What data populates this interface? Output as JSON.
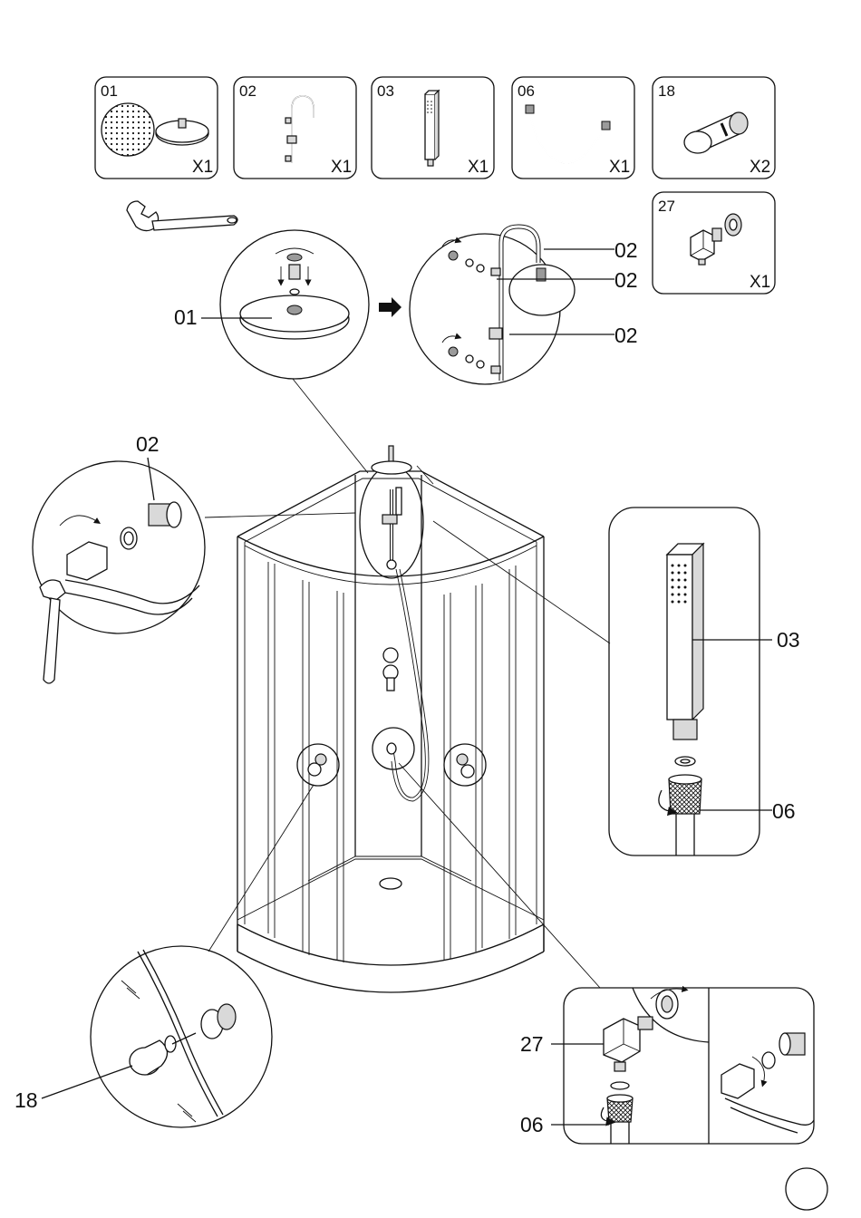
{
  "parts": [
    {
      "number": "01",
      "qty": "X1",
      "icon": "rain-shower-head-icon"
    },
    {
      "number": "02",
      "qty": "X1",
      "icon": "shower-riser-rail-icon"
    },
    {
      "number": "03",
      "qty": "X1",
      "icon": "hand-shower-icon"
    },
    {
      "number": "06",
      "qty": "X1",
      "icon": "shower-hose-icon"
    },
    {
      "number": "18",
      "qty": "X2",
      "icon": "glass-knob-icon"
    },
    {
      "number": "27",
      "qty": "X1",
      "icon": "elbow-connector-icon"
    }
  ],
  "callouts": {
    "head_detail": "01",
    "rail_top": "02",
    "rail_mid": "02",
    "rail_low": "02",
    "inlet_detail": "02",
    "hand_shower": "03",
    "hose_hand": "06",
    "knob": "18",
    "elbow": "27",
    "hose_elbow": "06"
  },
  "page_number": ""
}
